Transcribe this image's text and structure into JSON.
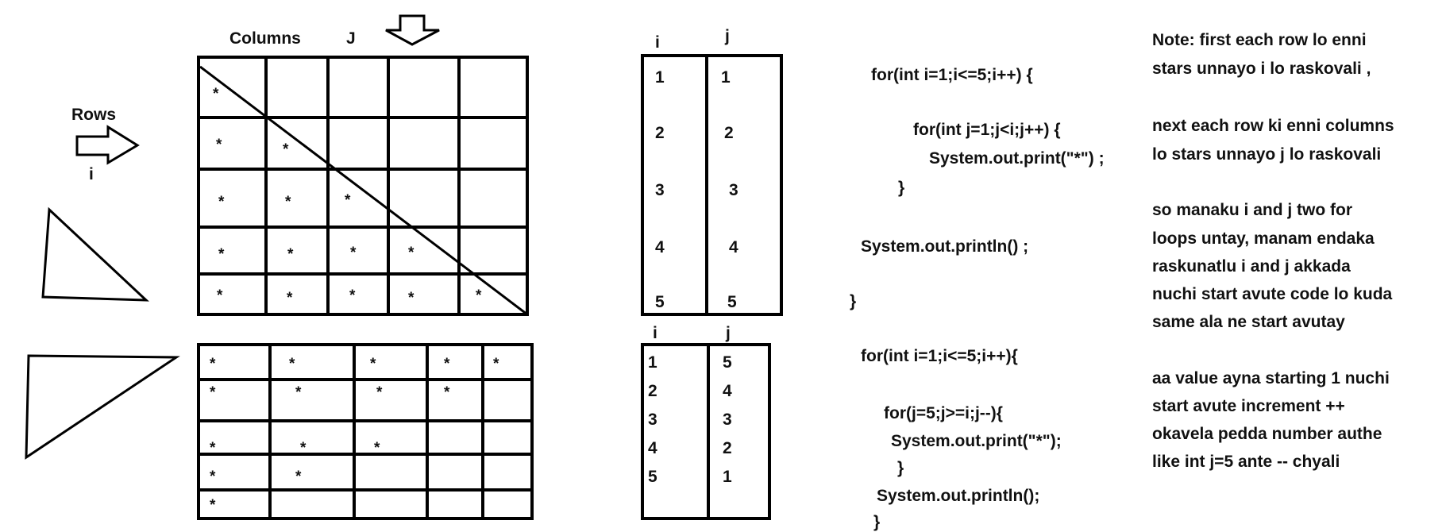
{
  "labels": {
    "columns": "Columns",
    "j_header": "J",
    "rows": "Rows",
    "i_arrow": "i",
    "table_i": "i",
    "table_j": "j"
  },
  "grid_top": {
    "star": "*",
    "stars_per_row": [
      1,
      2,
      3,
      4,
      5
    ]
  },
  "grid_bottom": {
    "star": "*",
    "stars_per_row": [
      5,
      4,
      3,
      2,
      1
    ]
  },
  "table_top": {
    "i": [
      "1",
      "2",
      "3",
      "4",
      "5"
    ],
    "j": [
      "1",
      "2",
      "3",
      "4",
      "5"
    ]
  },
  "table_bottom": {
    "i": [
      "1",
      "2",
      "3",
      "4",
      "5"
    ],
    "j": [
      "5",
      "4",
      "3",
      "2",
      "1"
    ]
  },
  "code_top": [
    "for(int i=1;i<=5;i++) {",
    "for(int j=1;j<i;j++) {",
    "System.out.print(\"*\") ;",
    "}",
    "System.out.println() ;",
    "}"
  ],
  "code_bottom": [
    "for(int i=1;i<=5;i++){",
    "for(j=5;j>=i;j--){",
    "System.out.print(\"*\");",
    "}",
    "System.out.println();",
    "}"
  ],
  "notes": [
    "Note: first each row lo enni",
    "stars unnayo i lo raskovali ,",
    "next each row ki enni columns",
    "lo stars unnayo j lo raskovali",
    "so manaku i and j two for",
    "loops untay, manam endaka",
    "raskunatlu i and j akkada",
    "nuchi start avute code lo kuda",
    "same ala ne start avutay",
    "aa value ayna starting 1 nuchi",
    "start avute increment ++",
    "okavela pedda number authe",
    "like int j=5 ante -- chyali"
  ]
}
